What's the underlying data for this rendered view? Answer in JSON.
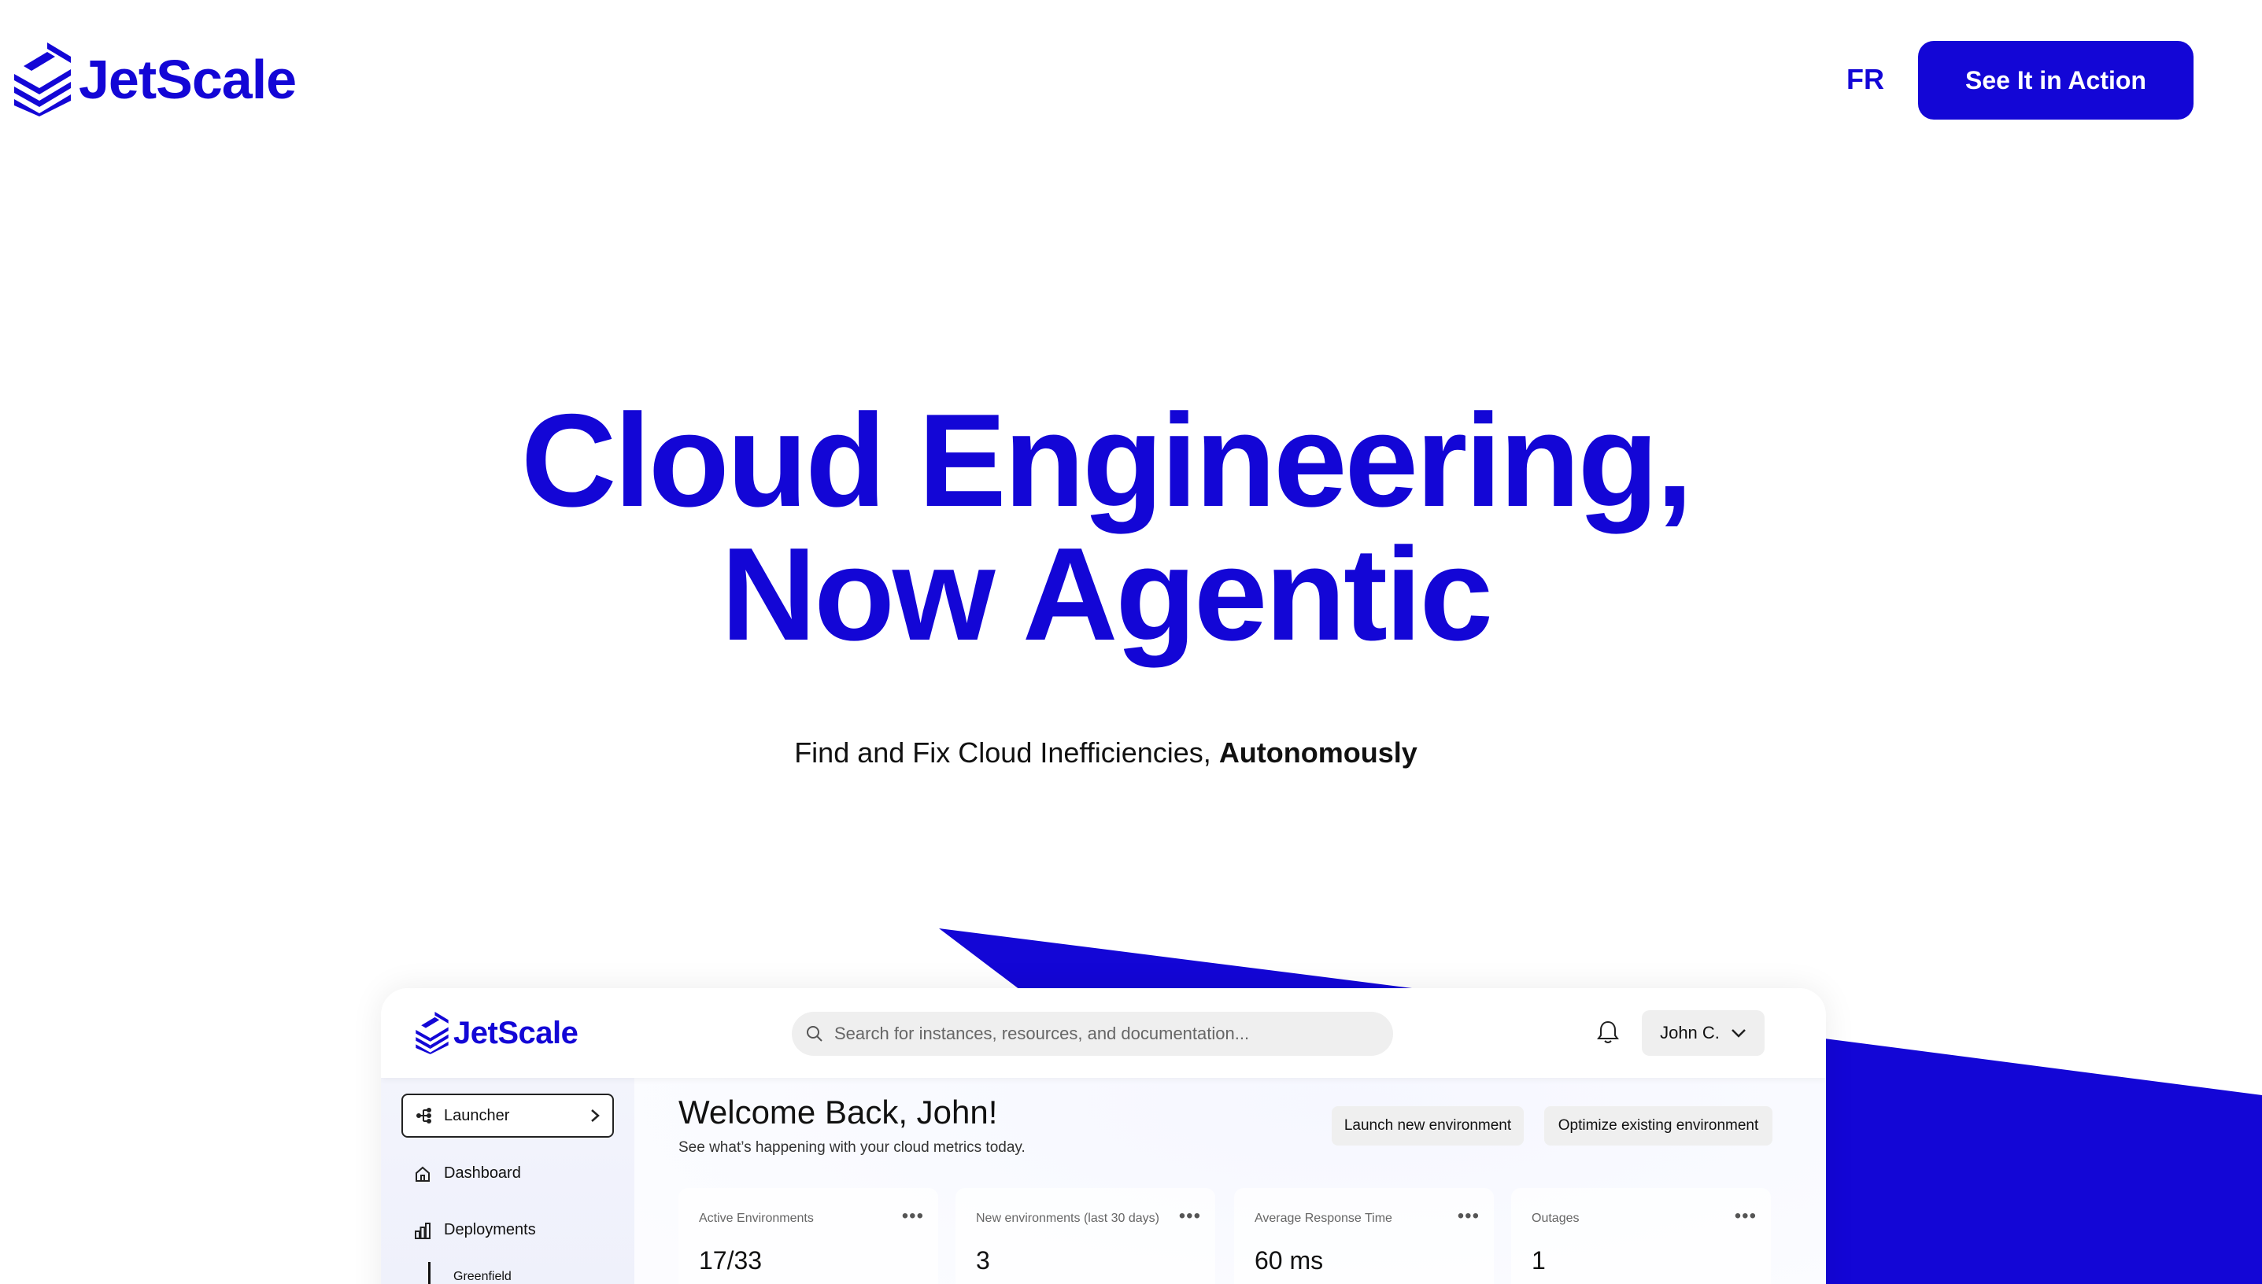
{
  "brand": {
    "name": "JetScale",
    "color": "#1306d6"
  },
  "nav": {
    "lang": "FR",
    "cta_label": "See It in Action"
  },
  "hero": {
    "title_line1": "Cloud Engineering,",
    "title_line2": "Now Agentic",
    "subtitle_prefix": "Find and Fix Cloud Inefficiencies, ",
    "subtitle_emphasis": "Autonomously"
  },
  "app": {
    "logo": "JetScale",
    "search_placeholder": "Search for instances, resources, and documentation...",
    "user_name": "John C.",
    "sidebar": {
      "launcher": "Launcher",
      "items": [
        "Dashboard",
        "Deployments"
      ],
      "sub_item": "Greenfield"
    },
    "main": {
      "welcome": "Welcome Back, John!",
      "welcome_sub": "See what’s happening with your cloud metrics today.",
      "btn_launch": "Launch new environment",
      "btn_optimize": "Optimize existing environment",
      "cards": [
        {
          "title": "Active Environments",
          "value": "17/33"
        },
        {
          "title": "New environments (last 30 days)",
          "value": "3"
        },
        {
          "title": "Average Response Time",
          "value": "60 ms"
        },
        {
          "title": "Outages",
          "value": "1"
        }
      ]
    },
    "icons": [
      "search-icon",
      "bell-icon",
      "chevron-down-icon",
      "launcher-icon",
      "chevron-right-icon",
      "home-icon",
      "bar-chart-icon",
      "more-icon"
    ]
  }
}
